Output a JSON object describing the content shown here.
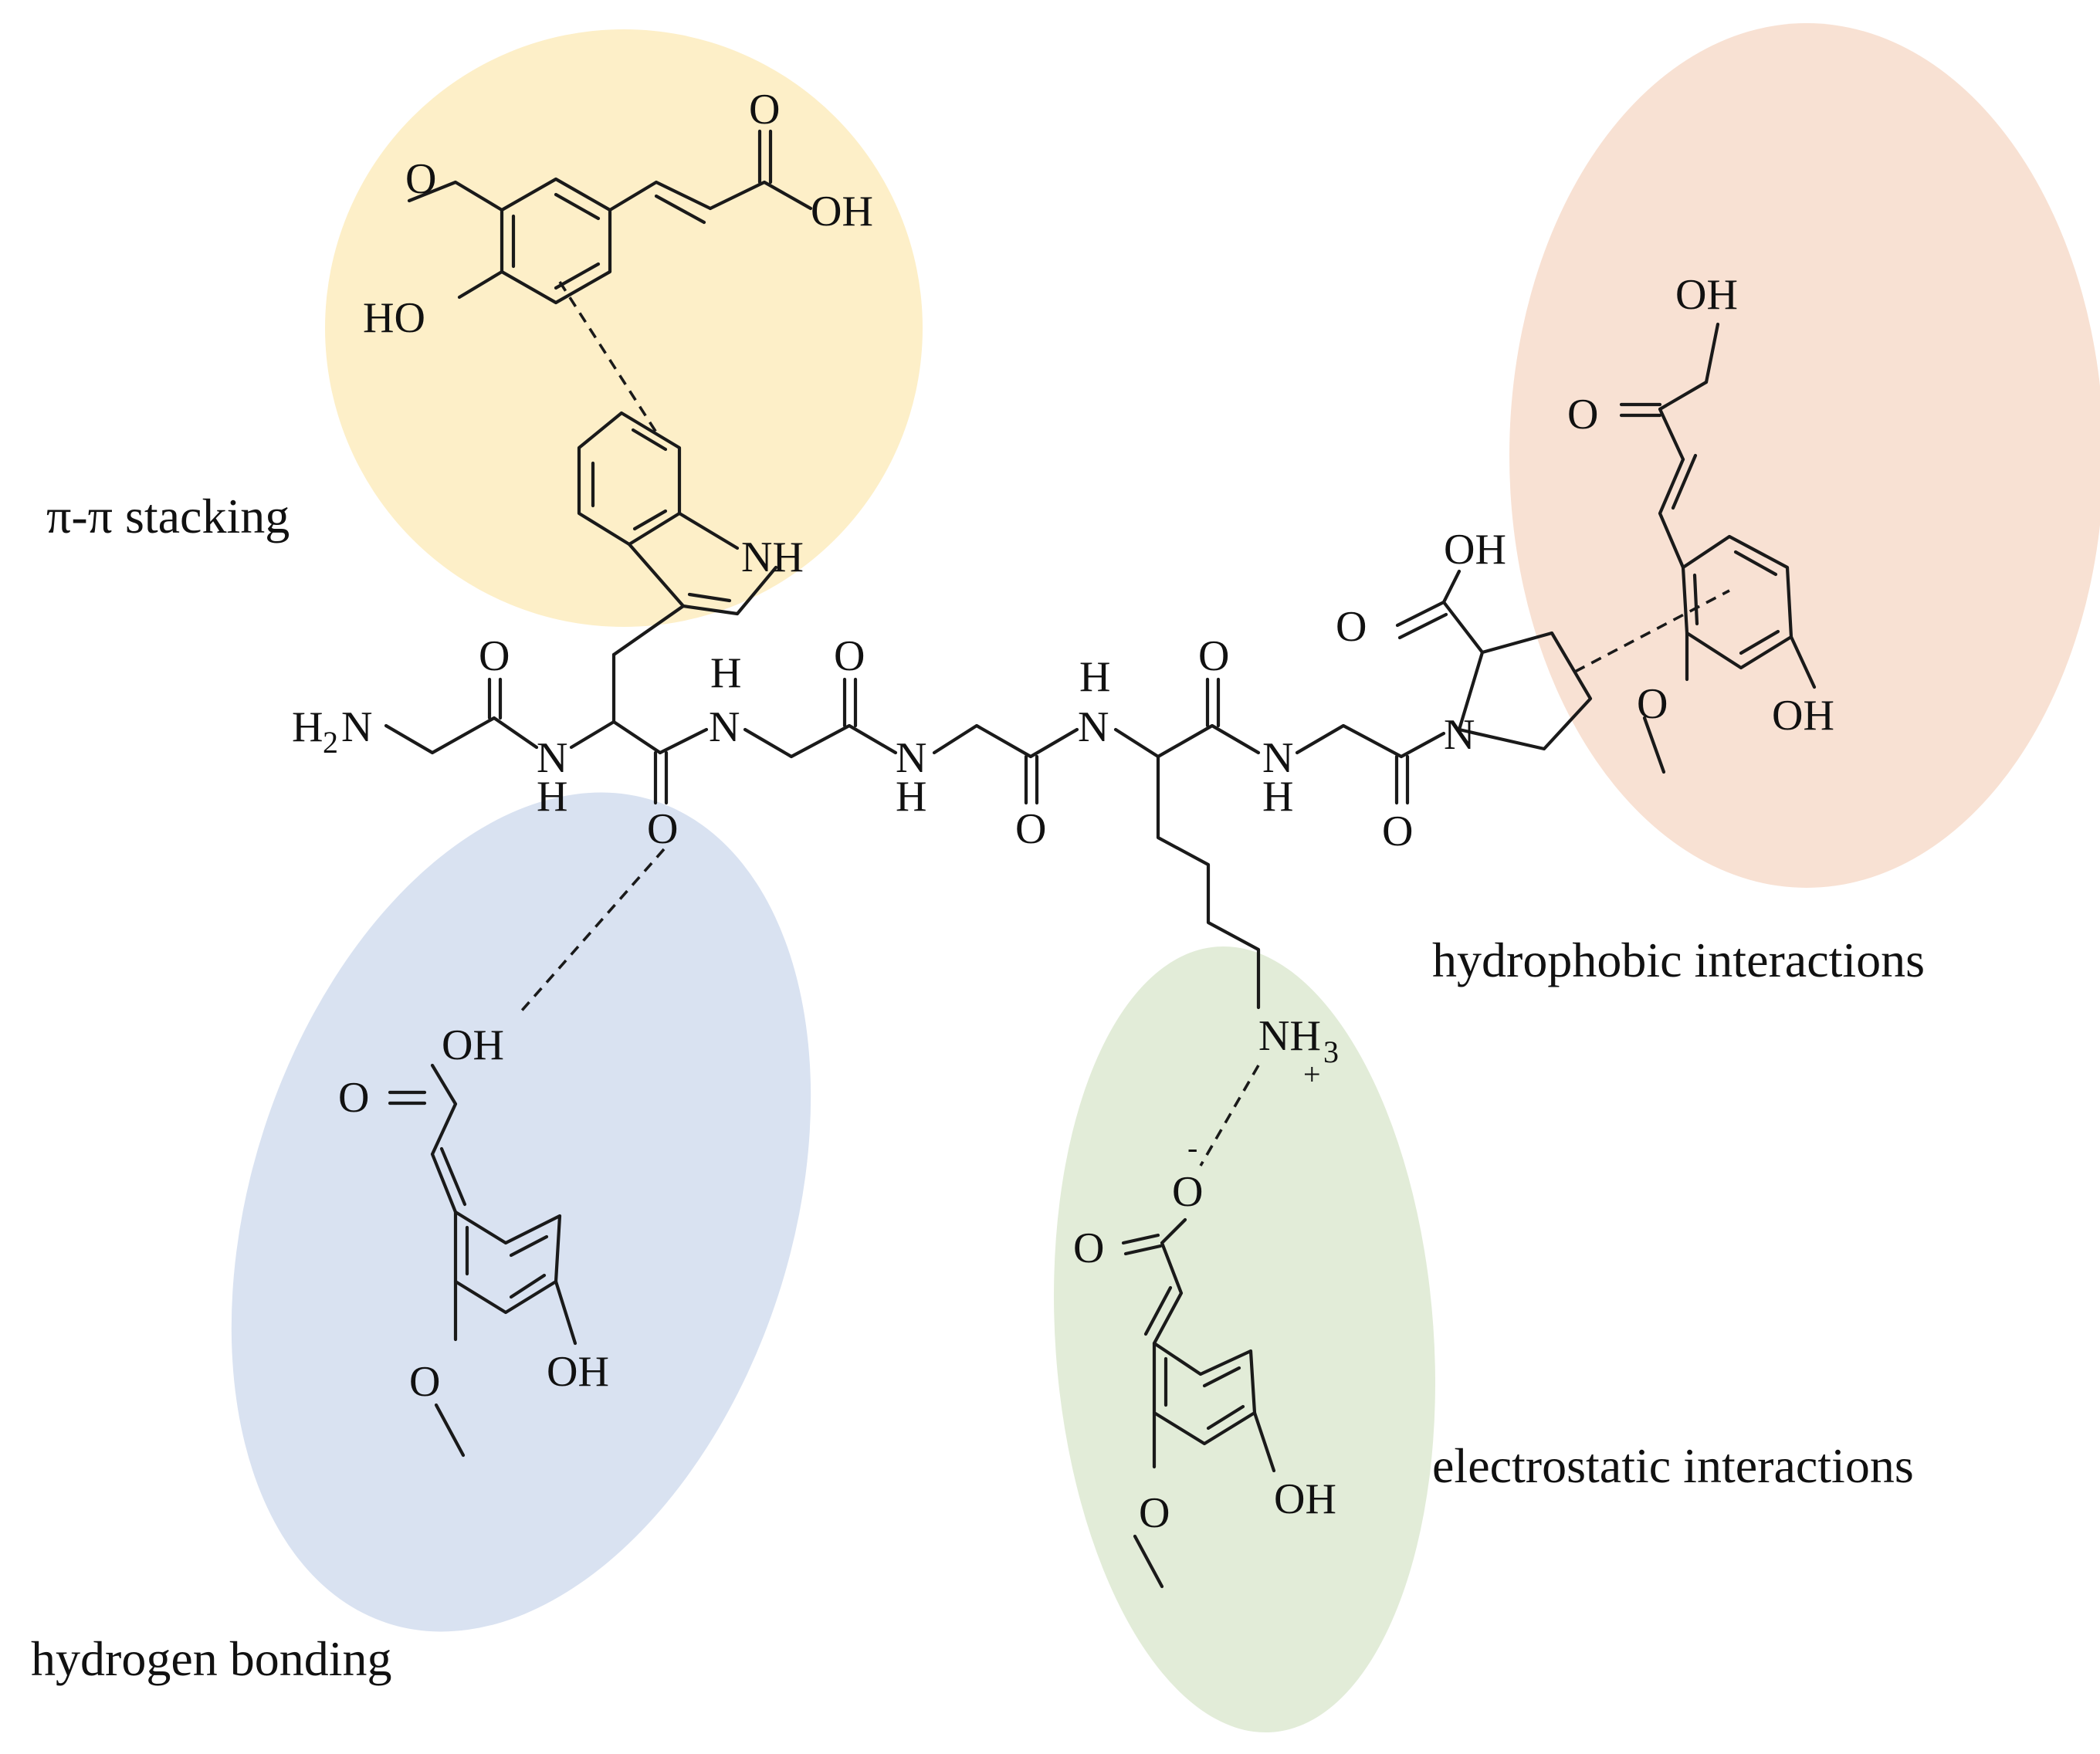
{
  "captions": {
    "pi_stacking": "π-π stacking",
    "hydrophobic": "hydrophobic interactions",
    "electrostatic": "electrostatic interactions",
    "hydrogen_bonding": "hydrogen bonding"
  },
  "colors": {
    "pi_stacking": "#fdefc8",
    "hydrophobic": "#f8e1d3",
    "electrostatic": "#e2ecd8",
    "hydrogen_bonding": "#d9e2f1"
  },
  "atoms": {
    "O": "O",
    "OH": "OH",
    "HO": "HO",
    "N": "N",
    "H": "H",
    "NH": "NH",
    "H2N_H": "H",
    "H2N_sub": "2",
    "H2N_N": "N",
    "NH3_N": "NH",
    "NH3_sub": "3",
    "plus": "+",
    "minus": "-"
  }
}
